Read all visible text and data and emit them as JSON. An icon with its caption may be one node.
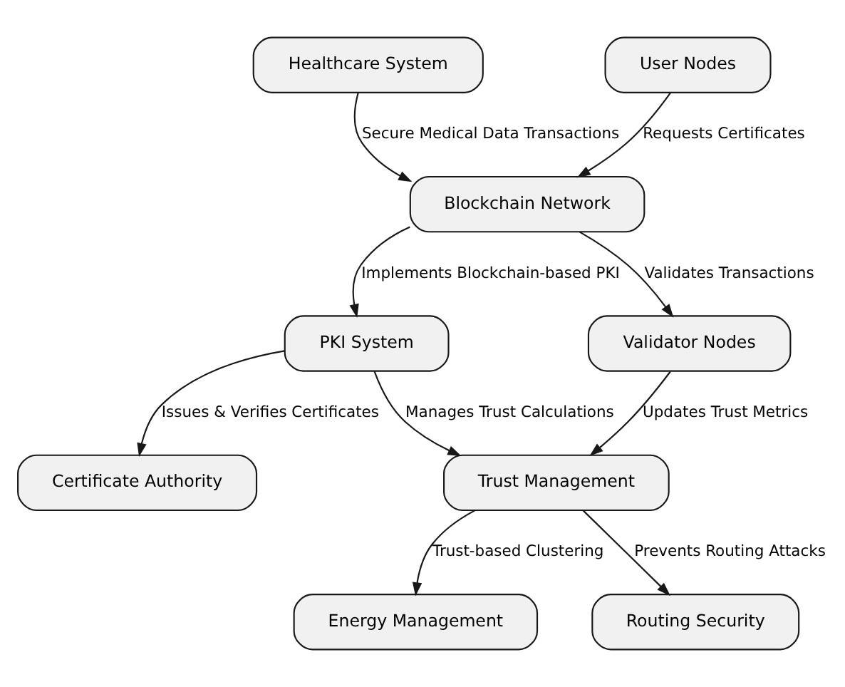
{
  "diagram": {
    "nodes": [
      {
        "text": [
          "Healthcare System"
        ]
      },
      {
        "text": [
          "User Nodes"
        ]
      },
      {
        "text": [
          "Blockchain Network"
        ]
      },
      {
        "text": [
          "PKI System"
        ]
      },
      {
        "text": [
          "Validator Nodes"
        ]
      },
      {
        "text": [
          "Certificate Authority"
        ]
      },
      {
        "text": [
          "Trust Management"
        ]
      },
      {
        "text": [
          "Energy Management"
        ]
      },
      {
        "text": [
          "Routing Security"
        ]
      }
    ],
    "edges": [
      {
        "from": 0,
        "to": 2,
        "arrow": "to",
        "label": "Secure Medical Data Transactions"
      },
      {
        "from": 1,
        "to": 2,
        "arrow": "to",
        "label": "Requests Certificates"
      },
      {
        "from": 2,
        "to": 3,
        "arrow": "to",
        "label": "Implements Blockchain-based PKI"
      },
      {
        "from": 2,
        "to": 4,
        "arrow": "to",
        "label": "Validates Transactions"
      },
      {
        "from": 3,
        "to": 5,
        "arrow": "to",
        "label": "Issues & Verifies Certificates"
      },
      {
        "from": 3,
        "to": 6,
        "arrow": "to",
        "label": "Manages Trust Calculations"
      },
      {
        "from": 4,
        "to": 6,
        "arrow": "to",
        "label": "Updates Trust Metrics"
      },
      {
        "from": 6,
        "to": 7,
        "arrow": "to",
        "label": "Trust-based Clustering"
      },
      {
        "from": 6,
        "to": 8,
        "arrow": "to",
        "label": "Prevents Routing Attacks"
      }
    ]
  }
}
